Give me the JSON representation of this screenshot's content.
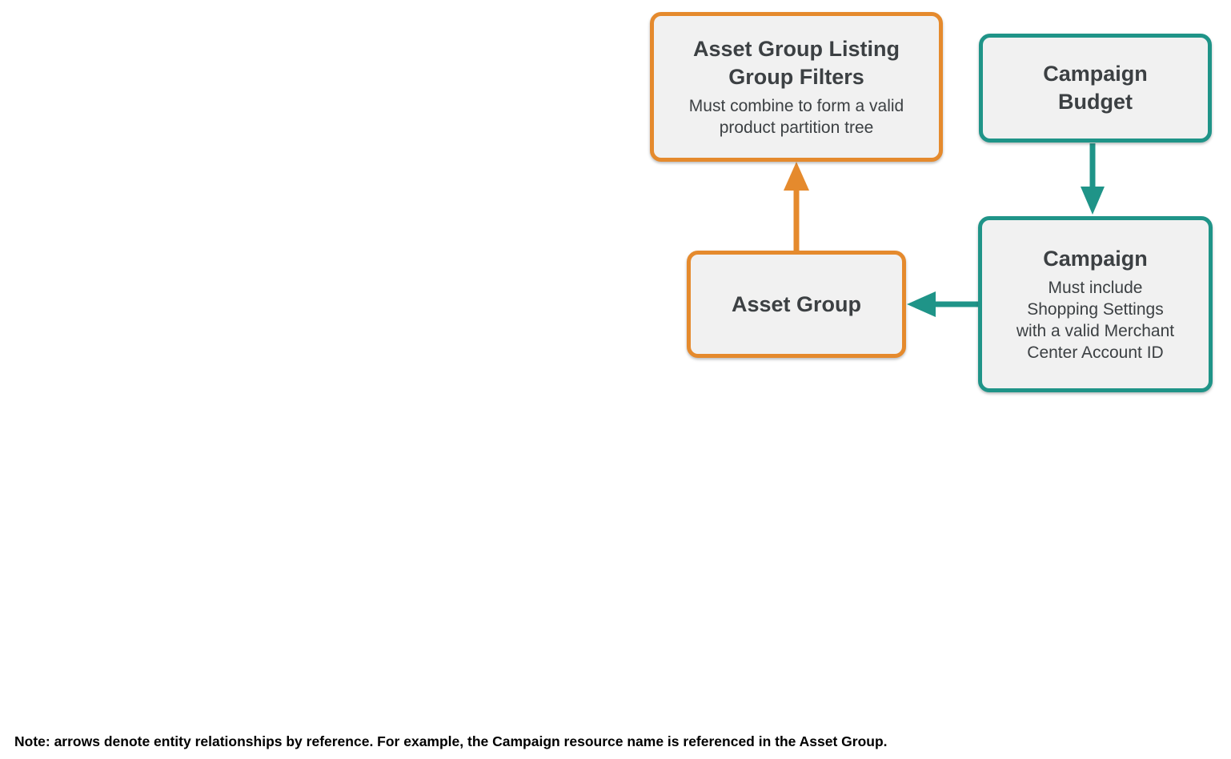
{
  "colors": {
    "orange": "#E58A2D",
    "teal": "#1F9488",
    "box-bg": "#F1F1F1",
    "text": "#3C4043",
    "note-text": "#000000"
  },
  "diagram": {
    "nodes": [
      {
        "id": "asset-group-listing-group-filters",
        "title": "Asset Group Listing\nGroup Filters",
        "subtitle": "Must combine to form a valid\nproduct partition tree",
        "accent": "orange"
      },
      {
        "id": "campaign-budget",
        "title": "Campaign\nBudget",
        "accent": "teal"
      },
      {
        "id": "campaign",
        "title": "Campaign",
        "subtitle": "Must include\nShopping Settings\nwith a valid Merchant\nCenter Account ID",
        "accent": "teal"
      },
      {
        "id": "asset-group",
        "title": "Asset Group",
        "accent": "orange"
      }
    ],
    "edges": [
      {
        "from": "asset-group",
        "to": "asset-group-listing-group-filters",
        "color": "orange",
        "direction": "up"
      },
      {
        "from": "campaign-budget",
        "to": "campaign",
        "color": "teal",
        "direction": "down"
      },
      {
        "from": "campaign",
        "to": "asset-group",
        "color": "teal",
        "direction": "left"
      }
    ]
  },
  "note": "Note: arrows denote entity relationships by reference. For example, the Campaign resource name is referenced in the Asset Group."
}
